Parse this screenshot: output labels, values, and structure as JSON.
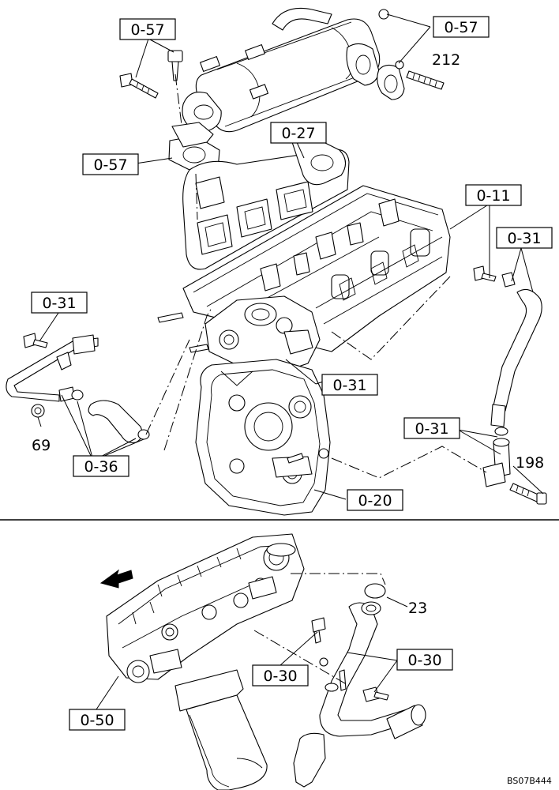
{
  "callouts": [
    {
      "id": "c057a",
      "text": "0-57"
    },
    {
      "id": "c057b",
      "text": "0-57"
    },
    {
      "id": "c057c",
      "text": "0-57"
    },
    {
      "id": "c027",
      "text": "0-27"
    },
    {
      "id": "c011",
      "text": "0-11"
    },
    {
      "id": "c031a",
      "text": "0-31"
    },
    {
      "id": "c031b",
      "text": "0-31"
    },
    {
      "id": "c031c",
      "text": "0-31"
    },
    {
      "id": "c031d",
      "text": "0-31"
    },
    {
      "id": "c036",
      "text": "0-36"
    },
    {
      "id": "c020",
      "text": "0-20"
    },
    {
      "id": "c030a",
      "text": "0-30"
    },
    {
      "id": "c030b",
      "text": "0-30"
    },
    {
      "id": "c050",
      "text": "0-50"
    }
  ],
  "part_numbers": {
    "p212": "212",
    "p69": "69",
    "p198": "198",
    "p23": "23"
  },
  "drawing_code": "BS07B444",
  "icons": [
    "front-direction-arrow-icon"
  ]
}
